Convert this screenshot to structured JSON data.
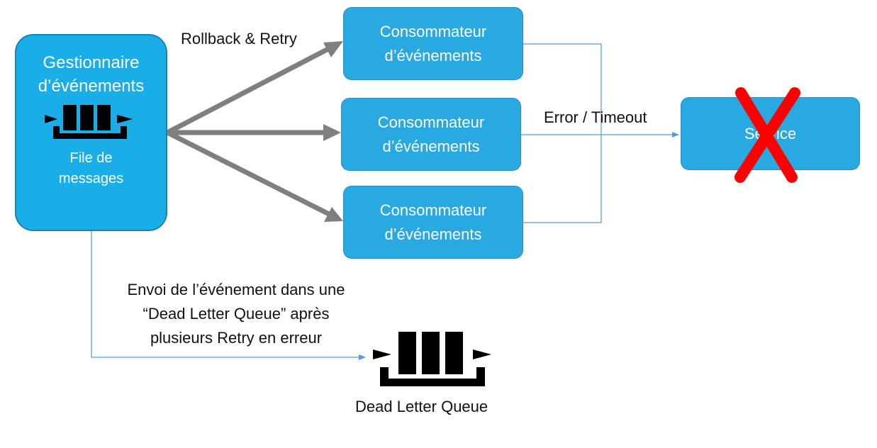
{
  "manager": {
    "title_line1": "Gestionnaire",
    "title_line2": "d’événements",
    "queue_icon": "message-queue-icon",
    "queue_label_line1": "File de",
    "queue_label_line2": "messages"
  },
  "consumers": [
    {
      "line1": "Consommateur",
      "line2": "d’événements"
    },
    {
      "line1": "Consommateur",
      "line2": "d’événements"
    },
    {
      "line1": "Consommateur",
      "line2": "d’événements"
    }
  ],
  "service": {
    "label": "Service",
    "failure_icon": "red-x-icon"
  },
  "labels": {
    "rollback_retry": "Rollback & Retry",
    "error_timeout": "Error / Timeout",
    "dlq_note_line1": "Envoi de l’événement dans une",
    "dlq_note_line2": "“Dead Letter Queue” après",
    "dlq_note_line3": "plusieurs Retry en erreur"
  },
  "dead_letter_queue": {
    "icon": "message-queue-icon",
    "label": "Dead Letter Queue"
  },
  "colors": {
    "box_fill": "#29a9e1",
    "manager_fill": "#1aaee8",
    "thick_arrow": "#7f7f7f",
    "thin_connector": "#5b9bd5",
    "failure_mark": "#ff0000"
  }
}
